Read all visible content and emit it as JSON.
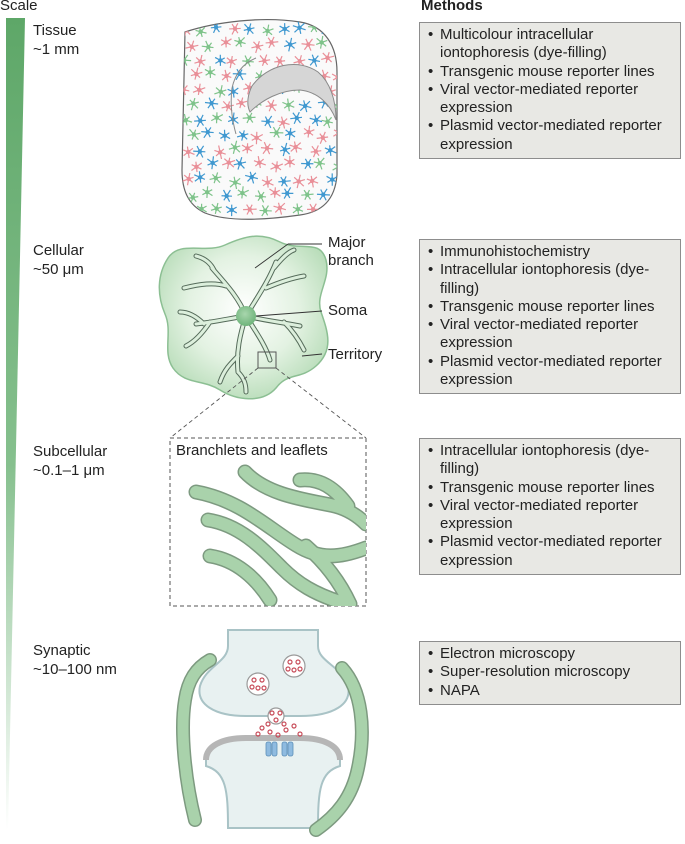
{
  "header": {
    "scale": "Scale",
    "methods": "Methods"
  },
  "levels": [
    {
      "name": "Tissue",
      "size": "~1 mm",
      "methods": [
        "Multicolour intracellular iontophoresis (dye-filling)",
        "Transgenic mouse reporter lines",
        "Viral vector-mediated reporter expression",
        "Plasmid vector-mediated reporter expression"
      ]
    },
    {
      "name": "Cellular",
      "size": "~50 μm",
      "methods": [
        "Immunohistochemistry",
        "Intracellular iontophoresis (dye-filling)",
        "Transgenic mouse reporter lines",
        "Viral vector-mediated reporter expression",
        "Plasmid vector-mediated reporter expression"
      ]
    },
    {
      "name": "Subcellular",
      "size": "~0.1–1 μm",
      "methods": [
        "Intracellular iontophoresis (dye-filling)",
        "Transgenic mouse reporter lines",
        "Viral vector-mediated reporter expression",
        "Plasmid vector-mediated reporter expression"
      ]
    },
    {
      "name": "Synaptic",
      "size": "~10–100 nm",
      "methods": [
        "Electron microscopy",
        "Super-resolution microscopy",
        "NAPA"
      ]
    }
  ],
  "labels": {
    "major_branch_1": "Major",
    "major_branch_2": "branch",
    "soma": "Soma",
    "territory": "Territory",
    "branchlets": "Branchlets and leaflets"
  },
  "colors": {
    "scale_bar": "#62a86c",
    "green_fill": "#c2e2c2",
    "green_dark": "#8fc09a",
    "box_fill": "#e8e8e4",
    "cell_pink": "#e98f98",
    "cell_blue": "#3f98d0",
    "cell_green": "#7ec38a"
  }
}
